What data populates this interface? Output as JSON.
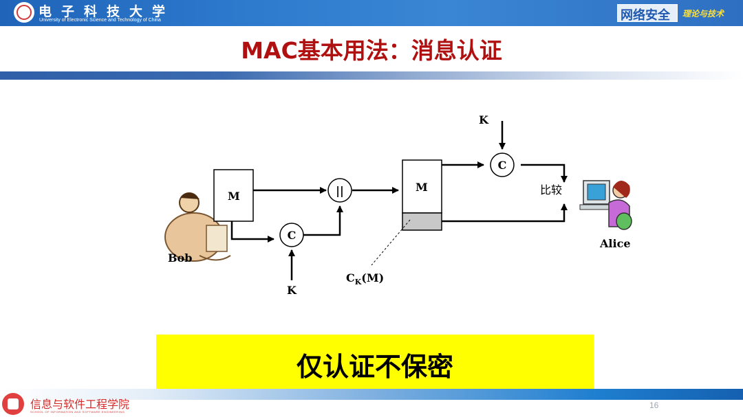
{
  "header": {
    "university_cn": "电子科技大学",
    "university_en": "University of Electronic Science and Technology of China",
    "course_badge": "网络安全",
    "course_subtitle": "理论与技术"
  },
  "slide": {
    "title": "MAC基本用法：消息认证",
    "callout": "仅认证不保密",
    "page_number": "16"
  },
  "diagram": {
    "sender": "Bob",
    "receiver": "Alice",
    "message_box": "M",
    "mac_function": "C",
    "key": "K",
    "concat": "||",
    "received_message": "M",
    "mac_label_main": "C",
    "mac_label_sub": "K",
    "mac_label_arg": "(M)",
    "compare": "比较"
  },
  "footer": {
    "school_cn": "信息与软件工程学院",
    "school_en": "SCHOOL OF INFORMATION AND SOFTWARE ENGINEERING"
  },
  "colors": {
    "title_red": "#b01010",
    "header_blue": "#2c78cc",
    "callout_yellow": "#ffff00"
  }
}
